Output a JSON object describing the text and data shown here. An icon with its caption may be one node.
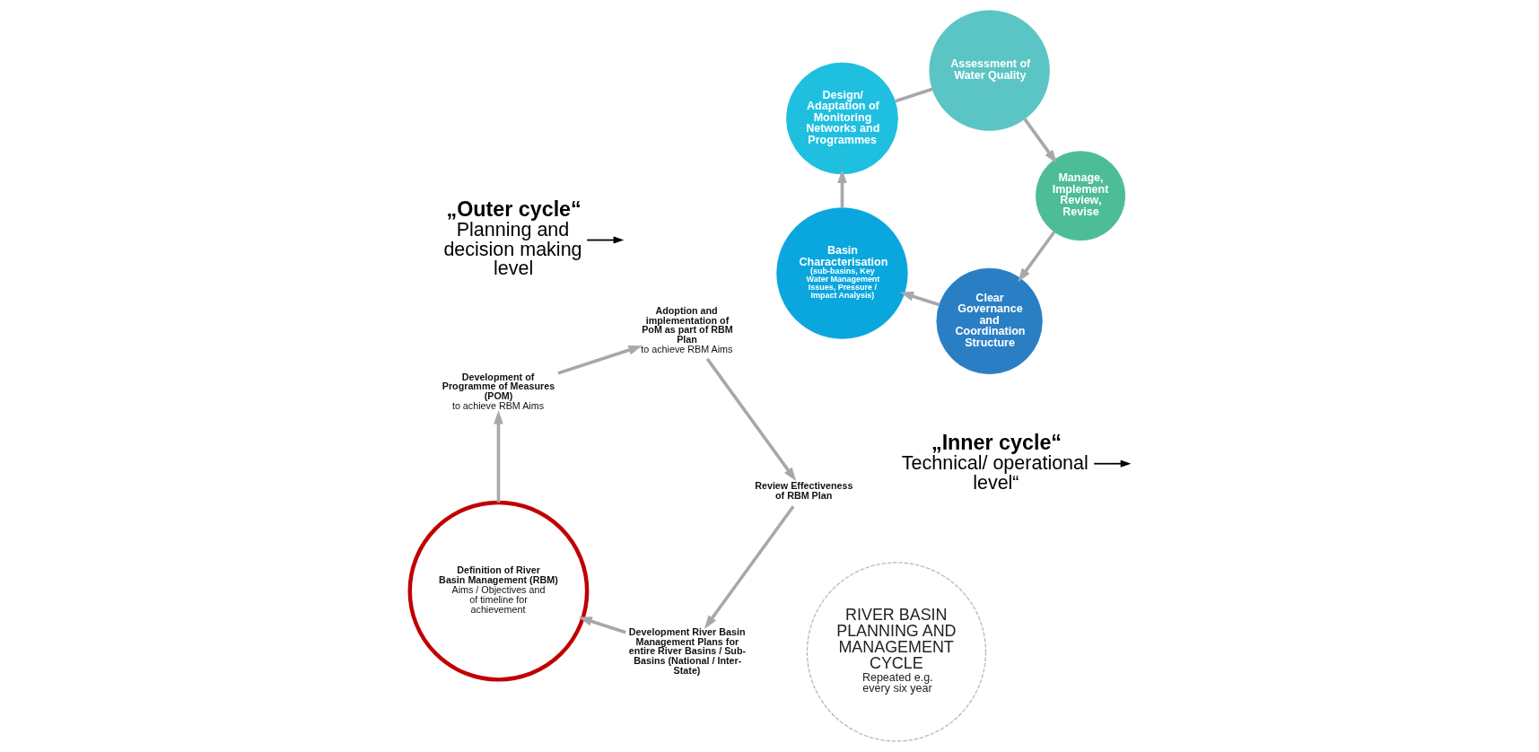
{
  "diagram": {
    "nodes": [
      {
        "text": [
          "RIVER BASIN PLANNING AND MANAGEMENT CYCLE",
          "Repeated e.g. every six year"
        ]
      },
      {
        "text": [
          "Clear Governance and Coordination Structure"
        ]
      },
      {
        "text": [
          "Basin Characterisation",
          "(sub-basins, Key Water Management Issues, Pressure / Impact Analysis)"
        ]
      },
      {
        "text": [
          "Design/ Adaptation of Monitoring Networks and Programmes"
        ]
      },
      {
        "text": [
          "Assessment of Water Quality"
        ]
      },
      {
        "text": [
          "Manage, Implement",
          "Review, Revise"
        ]
      },
      {
        "text": [
          "Development River Basin Management Plans for entire River Basins / Sub-Basins (National / Inter-State)"
        ]
      },
      {
        "text": [
          "Definition of River Basin Management (RBM)",
          "Aims / Objectives and of timeline for achievement"
        ]
      },
      {
        "text": [
          "Development of Programme of Measures (POM)",
          "to achieve RBM Aims"
        ]
      },
      {
        "text": [
          "Adoption and implementation of PoM as part of RBM Plan",
          "to achieve RBM Aims"
        ]
      },
      {
        "text": [
          "Review Effectiveness of RBM Plan"
        ]
      },
      {
        "text": [
          "„Inner cycle“",
          "Technical/ operational level“"
        ]
      },
      {
        "text": [
          "„Outer cycle“",
          "Planning and decision making level"
        ]
      }
    ],
    "edges": [
      {
        "from": 1,
        "to": 2,
        "arrow": "to"
      },
      {
        "from": 2,
        "to": 3,
        "arrow": "to"
      },
      {
        "from": 3,
        "to": 4,
        "arrow": "none"
      },
      {
        "from": 4,
        "to": 5,
        "arrow": "to"
      },
      {
        "from": 5,
        "to": 1,
        "arrow": "to"
      },
      {
        "from": 10,
        "to": 6,
        "arrow": "to"
      },
      {
        "from": 6,
        "to": 7,
        "arrow": "to"
      },
      {
        "from": 7,
        "to": 8,
        "arrow": "to"
      },
      {
        "from": 8,
        "to": 9,
        "arrow": "to"
      },
      {
        "from": 9,
        "to": 10,
        "arrow": "to"
      },
      {
        "from": 11,
        "to": null,
        "arrow": "to",
        "color": "#000000"
      },
      {
        "from": 12,
        "to": null,
        "arrow": "to",
        "color": "#000000"
      }
    ]
  }
}
